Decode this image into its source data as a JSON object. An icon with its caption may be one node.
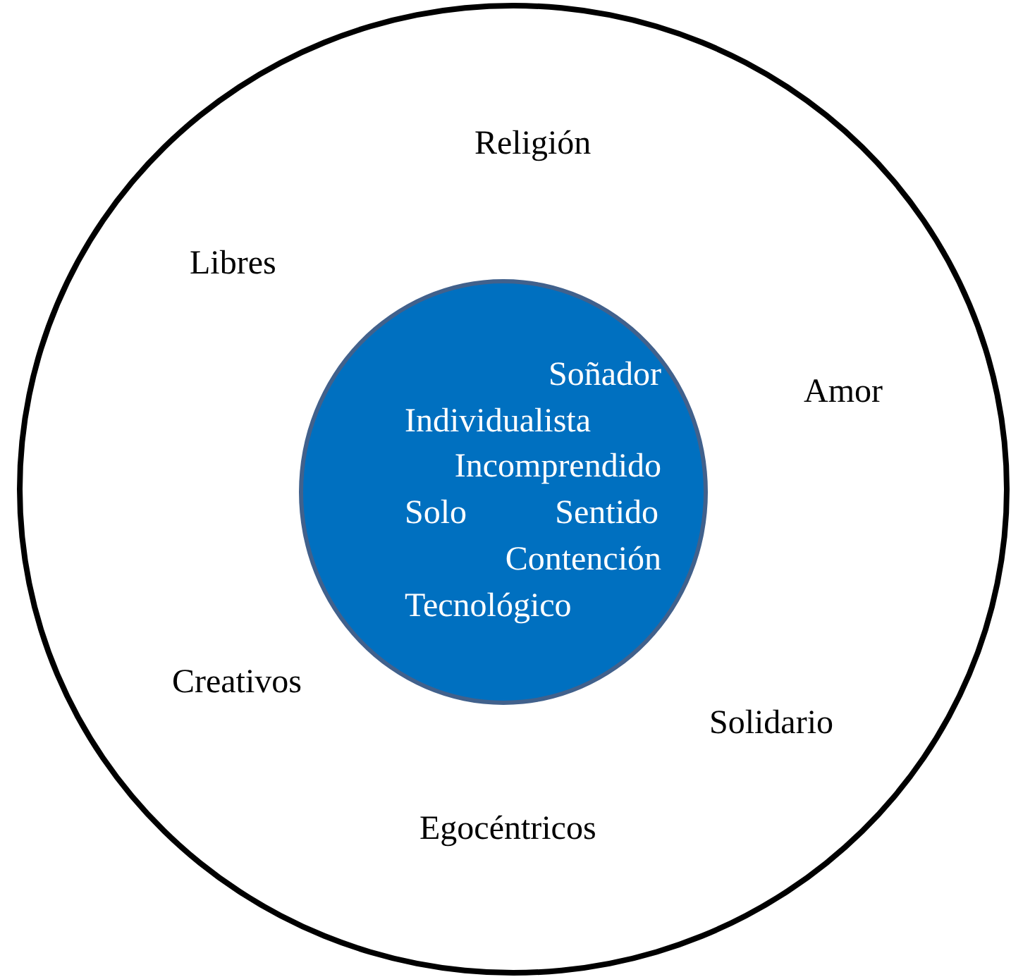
{
  "diagram": {
    "nodes": [
      {
        "text": [
          "Religión",
          "Libres",
          "Amor",
          "Creativos",
          "Solidario",
          "Egocéntricos"
        ]
      },
      {
        "text": [
          "Soñador",
          "Individualista",
          "Incomprendido",
          "Solo",
          "Sentido",
          "Contención",
          "Tecnológico"
        ],
        "in": 0
      }
    ]
  }
}
